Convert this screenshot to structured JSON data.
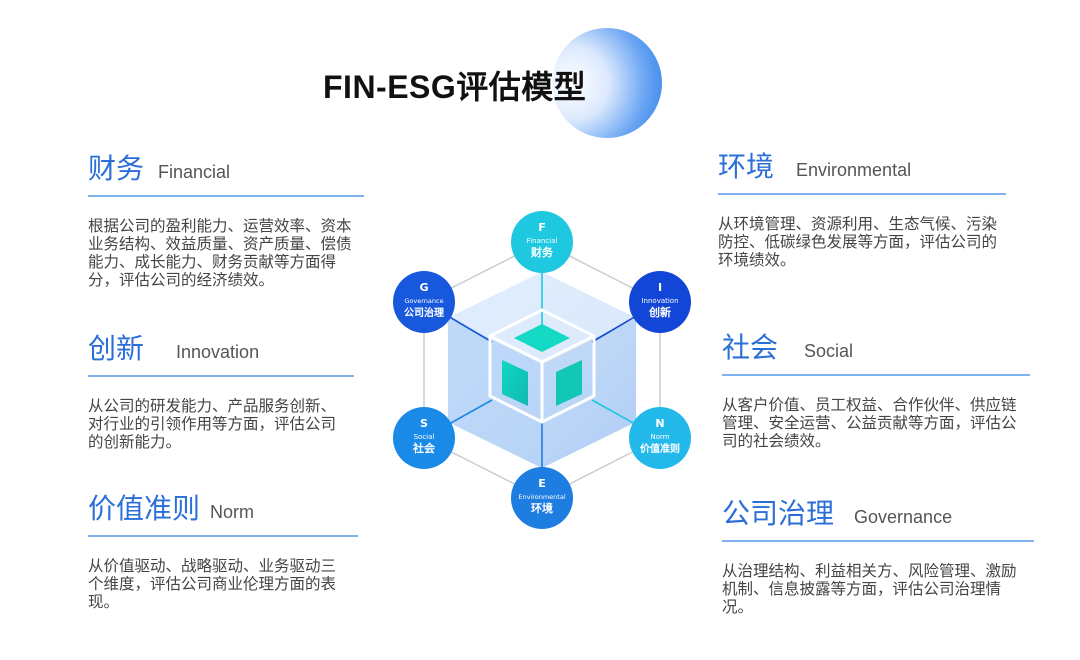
{
  "title": "FIN-ESG评估模型",
  "sections": {
    "financial": {
      "cn": "财务",
      "en": "Financial",
      "text": "根据公司的盈利能力、运营效率、资本业务结构、效益质量、资产质量、偿债能力、成长能力、财务贡献等方面得分，评估公司的经济绩效。"
    },
    "innovation": {
      "cn": "创新",
      "en": "Innovation",
      "text": "从公司的研发能力、产品服务创新、对行业的引领作用等方面，评估公司的创新能力。"
    },
    "norm": {
      "cn": "价值准则",
      "en": "Norm",
      "text": "从价值驱动、战略驱动、业务驱动三个维度，评估公司商业伦理方面的表现。"
    },
    "environmental": {
      "cn": "环境",
      "en": "Environmental",
      "text": "从环境管理、资源利用、生态气候、污染防控、低碳绿色发展等方面，评估公司的环境绩效。"
    },
    "social": {
      "cn": "社会",
      "en": "Social",
      "text": "从客户价值、员工权益、合作伙伴、供应链管理、安全运营、公益贡献等方面，评估公司的社会绩效。"
    },
    "governance": {
      "cn": "公司治理",
      "en": "Governance",
      "text": "从治理结构、利益相关方、风险管理、激励机制、信息披露等方面，评估公司治理情况。"
    }
  },
  "nodes": {
    "f": {
      "letter": "F",
      "en": "Financial",
      "cn": "财务",
      "color": "#1ec8e0"
    },
    "i": {
      "letter": "I",
      "en": "Innovation",
      "cn": "创新",
      "color": "#1246d6"
    },
    "n": {
      "letter": "N",
      "en": "Norm",
      "cn": "价值准则",
      "color": "#22b9ea"
    },
    "e": {
      "letter": "E",
      "en": "Environmental",
      "cn": "环境",
      "color": "#1e7de0"
    },
    "s": {
      "letter": "S",
      "en": "Social",
      "cn": "社会",
      "color": "#1a8ae8"
    },
    "g": {
      "letter": "G",
      "en": "Governance",
      "cn": "公司治理",
      "color": "#1758dc"
    }
  },
  "colors": {
    "accent": "#2a6fd8",
    "rule": "#7fb2ee",
    "cube": "#14d9c4"
  }
}
